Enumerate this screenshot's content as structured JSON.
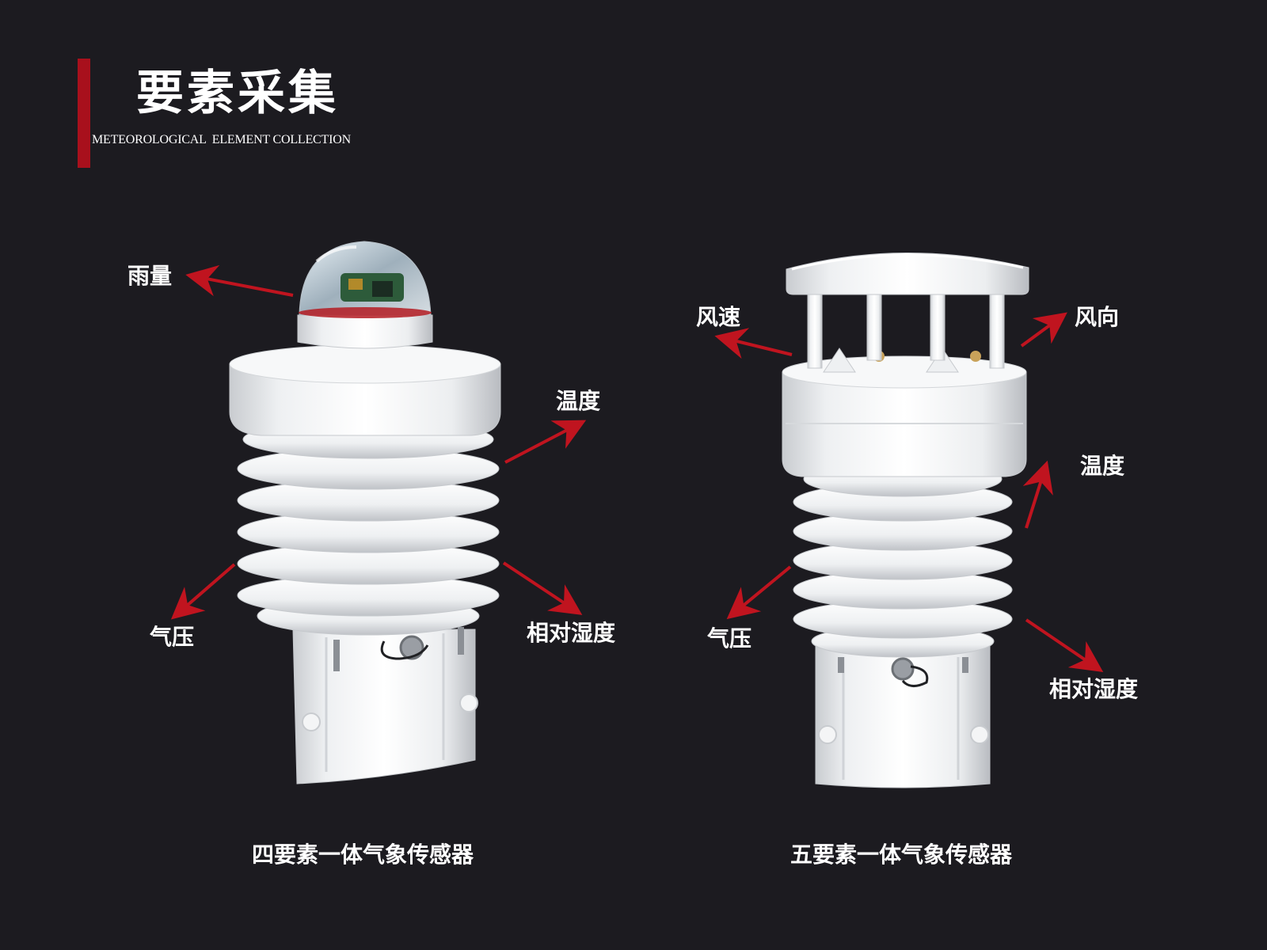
{
  "header": {
    "title": "要素采集",
    "subtitle": "METEOROLOGICAL  ELEMENT COLLECTION"
  },
  "colors": {
    "background": "#1c1b20",
    "accent": "#a8101c",
    "arrow": "#c0141f",
    "device_white": "#f2f3f4"
  },
  "left_sensor": {
    "caption": "四要素一体气象传感器",
    "labels": {
      "rain": "雨量",
      "temperature": "温度",
      "pressure": "气压",
      "humidity": "相对湿度"
    }
  },
  "right_sensor": {
    "caption": "五要素一体气象传感器",
    "labels": {
      "wind_speed": "风速",
      "wind_direction": "风向",
      "temperature": "温度",
      "pressure": "气压",
      "humidity": "相对湿度"
    }
  }
}
